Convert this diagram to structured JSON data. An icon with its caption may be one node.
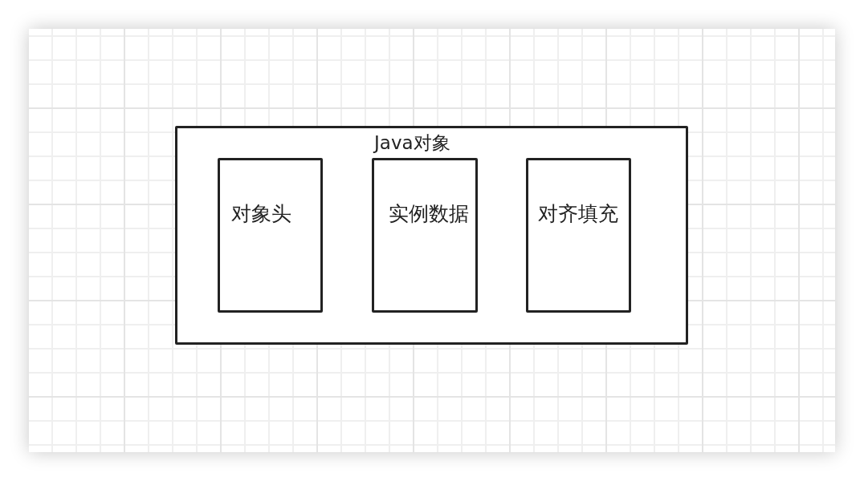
{
  "diagram": {
    "nodes": [
      {
        "text": [
          "Java对象"
        ]
      },
      {
        "text": [
          "对象头"
        ],
        "in": 0
      },
      {
        "text": [
          "实例数据"
        ],
        "in": 0
      },
      {
        "text": [
          "对齐填充"
        ],
        "in": 0
      }
    ]
  }
}
